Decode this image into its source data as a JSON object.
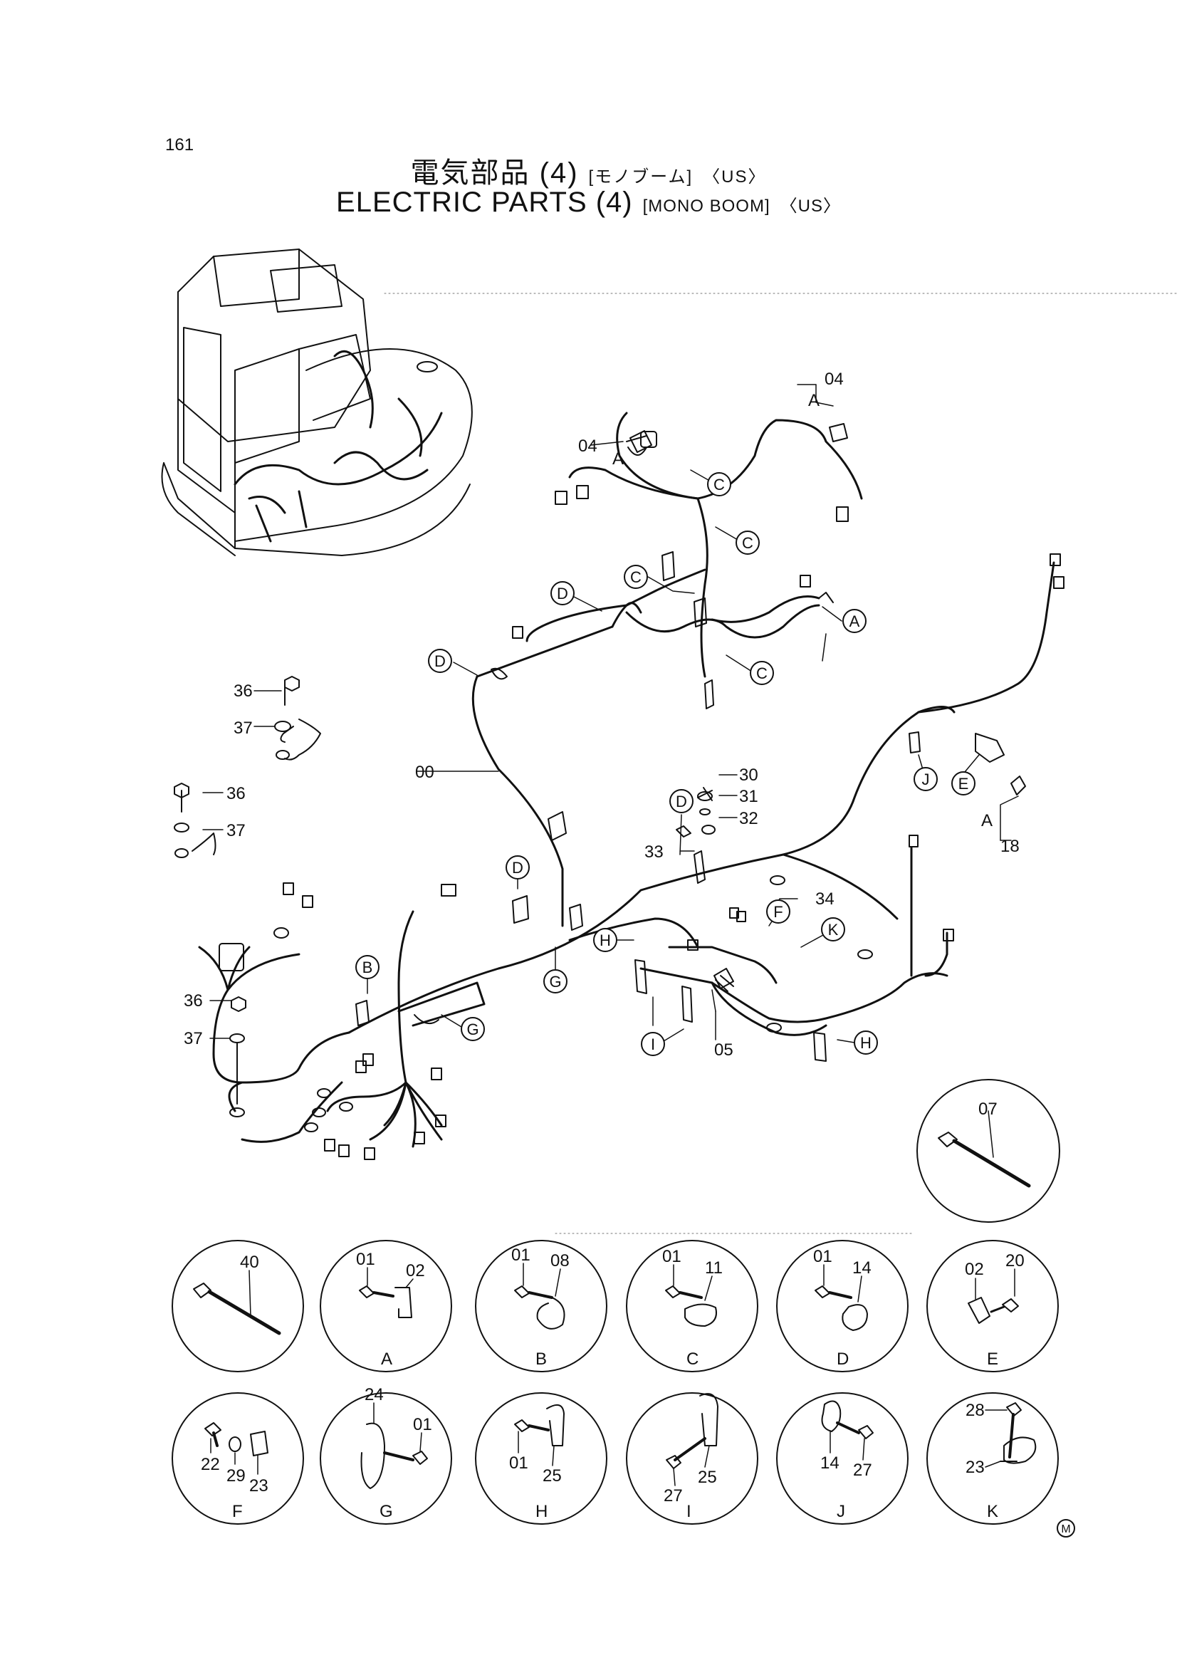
{
  "page_number": "161",
  "title_jp": {
    "main": "電気部品 (4)",
    "sub1": "[モノブーム]",
    "sub2": "〈US〉"
  },
  "title_en": {
    "main": "ELECTRIC PARTS (4)",
    "sub1": "[MONO BOOM]",
    "sub2": "〈US〉"
  },
  "part_labels": {
    "p00": "00",
    "p04a": "04",
    "p04b": "04",
    "p05": "05",
    "p18": "18",
    "p30": "30",
    "p31": "31",
    "p32": "32",
    "p33": "33",
    "p34": "34",
    "p36a": "36",
    "p37a": "37",
    "p36b": "36",
    "p37b": "37",
    "p36c": "36",
    "p37c": "37",
    "tagA1": "A",
    "tagA2": "A",
    "tagA3": "A"
  },
  "callouts": {
    "c1": "C",
    "c2": "C",
    "c3": "C",
    "c4": "C",
    "a1": "A",
    "d1": "D",
    "d2": "D",
    "d3": "D",
    "d4": "D",
    "b1": "B",
    "g1": "G",
    "g2": "G",
    "h1": "H",
    "h2": "H",
    "i1": "I",
    "f1": "F",
    "k1": "K",
    "j1": "J",
    "e1": "E"
  },
  "detail_07": {
    "part": "07"
  },
  "details_row1": [
    {
      "label": "",
      "parts": [
        "40"
      ]
    },
    {
      "label": "A",
      "parts": [
        "01",
        "02"
      ]
    },
    {
      "label": "B",
      "parts": [
        "01",
        "08"
      ]
    },
    {
      "label": "C",
      "parts": [
        "01",
        "11"
      ]
    },
    {
      "label": "D",
      "parts": [
        "01",
        "14"
      ]
    },
    {
      "label": "E",
      "parts": [
        "02",
        "20"
      ]
    }
  ],
  "details_row2": [
    {
      "label": "F",
      "parts": [
        "22",
        "29",
        "23"
      ]
    },
    {
      "label": "G",
      "parts": [
        "24",
        "01"
      ]
    },
    {
      "label": "H",
      "parts": [
        "01",
        "25"
      ]
    },
    {
      "label": "I",
      "parts": [
        "27",
        "25"
      ]
    },
    {
      "label": "J",
      "parts": [
        "14",
        "27"
      ]
    },
    {
      "label": "K",
      "parts": [
        "28",
        "23"
      ]
    }
  ],
  "mark": "M"
}
